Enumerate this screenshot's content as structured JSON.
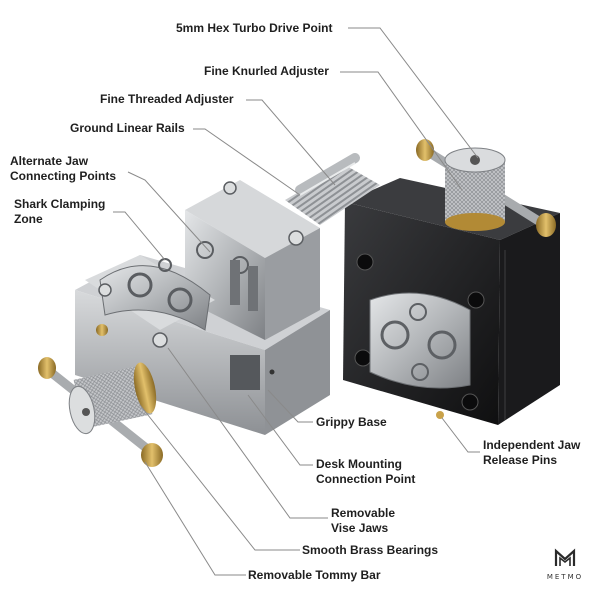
{
  "labels": {
    "hex_drive": "5mm Hex Turbo Drive Point",
    "knurled_adjuster": "Fine Knurled Adjuster",
    "threaded_adjuster": "Fine Threaded Adjuster",
    "linear_rails": "Ground Linear Rails",
    "alt_jaw_line1": "Alternate Jaw",
    "alt_jaw_line2": "Connecting Points",
    "shark_line1": "Shark Clamping",
    "shark_line2": "Zone",
    "grippy_base": "Grippy Base",
    "release_line1": "Independent Jaw",
    "release_line2": "Release Pins",
    "desk_line1": "Desk Mounting",
    "desk_line2": "Connection Point",
    "vise_line1": "Removable",
    "vise_line2": "Vise Jaws",
    "brass_bearings": "Smooth Brass Bearings",
    "tommy_bar": "Removable Tommy Bar"
  },
  "brand": {
    "name": "METMO"
  },
  "colors": {
    "steel": "#b9bcbf",
    "black_anodized": "#1c1c1e",
    "brass": "#c9a24a",
    "leader_line": "#8a8a8a"
  }
}
